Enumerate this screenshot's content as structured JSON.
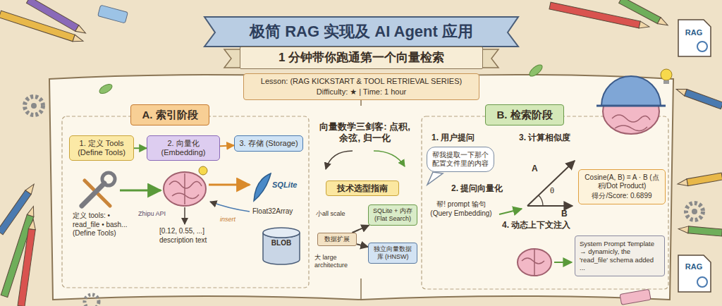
{
  "diagram": {
    "title": "极简 RAG 实现及 AI Agent 应用",
    "nodes": [
      {
        "text": [
          "1 分钟带你跑通第一个向量检索"
        ]
      },
      {
        "text": [
          "Lesson: (RAG KICKSTART & TOOL RETRIEVAL SERIES)",
          "Difficulty: ★ | Time: 1 hour"
        ]
      },
      {
        "text": [
          "A. 索引阶段"
        ]
      },
      {
        "text": [
          "1. 定义 Tools (Define Tools)"
        ]
      },
      {
        "text": [
          "2. 向量化 (Embedding)"
        ]
      },
      {
        "text": [
          "3. 存储 (Storage)"
        ]
      },
      {
        "text": [
          "BLOB"
        ]
      },
      {
        "text": [
          "技术选型指南"
        ]
      },
      {
        "text": [
          "数据扩展"
        ]
      },
      {
        "text": [
          "SQLite + 内存 (Flat Search)"
        ]
      },
      {
        "text": [
          "独立向量数据库 (HNSW)"
        ]
      },
      {
        "text": [
          "B. 检索阶段"
        ]
      },
      {
        "text": [
          "帮我提取一下那个配置文件里的内容"
        ]
      },
      {
        "text": [
          "Cosine(A, B) = A · B (点积/Dot Product)",
          "得分/Score: 0.6899"
        ]
      },
      {
        "text": [
          "System Prompt Template → dynamicly, the 'read_file' schema added ..."
        ]
      }
    ],
    "edges": [
      {
        "from": 3,
        "to": 4,
        "arrow": "to"
      },
      {
        "from": 4,
        "to": 5,
        "arrow": "to"
      },
      {
        "from": 8,
        "to": 9,
        "arrow": "to"
      },
      {
        "from": 8,
        "to": 10,
        "arrow": "to"
      }
    ],
    "labels": [
      "定义 tools: • read_file • bash... (Define Tools)",
      "Zhipu API",
      "[0.12, 0.55, ...] description text",
      "SQLite",
      "Float32Array",
      "insert",
      "向量数学三剑客: 点积, 余弦, 归一化",
      "小all scale",
      "大 large architecture",
      "1. 用户提问",
      "2. 提问向量化",
      "帮! prompt 输句 (Query Embedding)",
      "3. 计算相似度",
      "A",
      "θ",
      "B",
      "4. 动态上下文注入",
      "RAG",
      "RAG"
    ]
  }
}
